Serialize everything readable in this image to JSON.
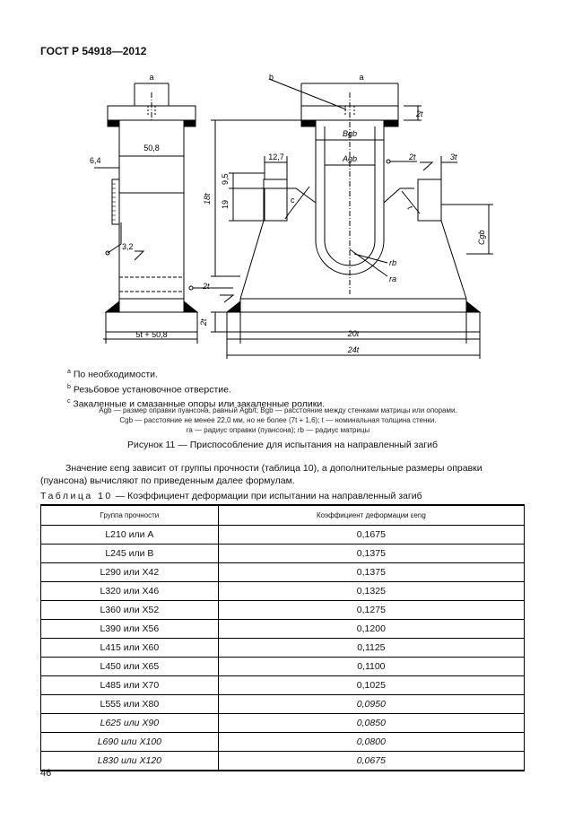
{
  "header": {
    "doc_id": "ГОСТ Р 54918—2012"
  },
  "drawing_labels": {
    "a1": "a",
    "a2": "a",
    "b": "b",
    "c": "c",
    "w508": "50,8",
    "w64": "6,4",
    "d32": "3,2",
    "l2t_top": "2t",
    "l2t_mid": "2t",
    "l2t_left": "2t",
    "l2t_bot": "2t",
    "l3t": "3t",
    "l127": "12,7",
    "l95": "9,5",
    "l19": "19",
    "l18t": "18t",
    "lbgb": "Bgb",
    "lagb": "Agb",
    "lcgb": "Cgb",
    "lrb": "rb",
    "lra": "ra",
    "lt": "t",
    "l5t": "5t + 50,8",
    "l20t": "20t",
    "l24t": "24t"
  },
  "notes": {
    "a_mark": "a",
    "a_text": "По необходимости.",
    "b_mark": "b",
    "b_text": "Резьбовое установочное отверстие.",
    "c_mark": "c",
    "c_text": "Закаленные и смазанные опоры или закаленные ролики."
  },
  "legend": {
    "line1": "Agb — размер оправки пуансона, равный Agb/t; Bgb — расстояние между стенками матрицы или опорами.",
    "line2": "Cgb — расстояние не менее 22,0 мм, но не более (7t + 1,6); t — номинальная толщина стенки.",
    "line3": "ra — радиус оправки (пуансона); rb — радиус матрицы"
  },
  "figure_caption": "Рисунок 11 — Приспособление для испытания на направленный загиб",
  "paragraph": "Значение εeng зависит от группы прочности (таблица 10), а дополнительные размеры оправки (пуансона) вычисляют по приведенным далее формулам.",
  "table": {
    "title_spaced": "Таблица 10",
    "title_rest": " — Коэффициент деформации при испытании на направленный загиб",
    "col1": "Группа прочности",
    "col2": "Коэффициент деформации εeng",
    "rows": [
      [
        "L210 или A",
        "0,1675"
      ],
      [
        "L245 или B",
        "0,1375"
      ],
      [
        "L290 или X42",
        "0,1375"
      ],
      [
        "L320 или X46",
        "0,1325"
      ],
      [
        "L360 или X52",
        "0,1275"
      ],
      [
        "L390 или X56",
        "0,1200"
      ],
      [
        "L415 или X60",
        "0,1125"
      ],
      [
        "L450 или X65",
        "0,1100"
      ],
      [
        "L485 или X70",
        "0,1025"
      ],
      [
        "L555 или X80",
        "0,0950"
      ],
      [
        "L625 или X90",
        "0,0850"
      ],
      [
        "L690 или X100",
        "0,0800"
      ],
      [
        "L830 или X120",
        "0,0675"
      ]
    ]
  },
  "page_number": "46"
}
